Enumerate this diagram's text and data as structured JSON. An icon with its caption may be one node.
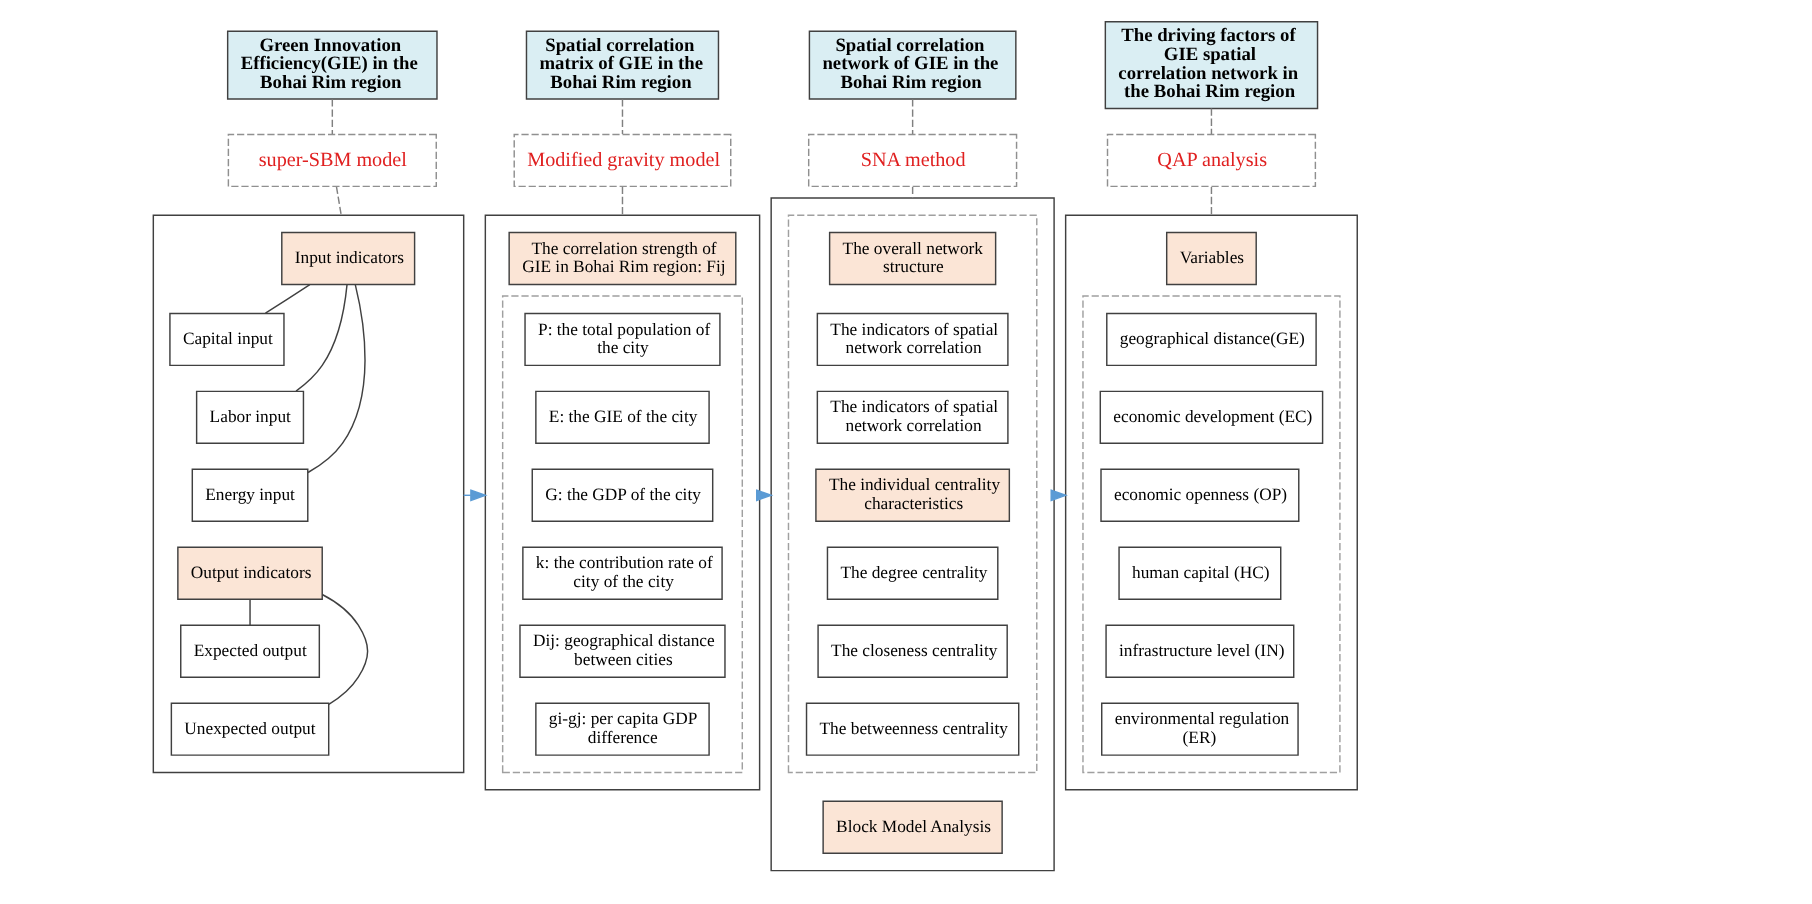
{
  "diagram": {
    "nodes": [
      {
        "text": [
          "Green Innovation Efficiency(GIE) in the Bohai Rim region"
        ]
      },
      {
        "text": [
          "super-SBM model"
        ]
      },
      {
        "text": [],
        "shape": "box"
      },
      {
        "text": [
          "Input indicators"
        ],
        "in": 2
      },
      {
        "text": [
          "Capital input"
        ],
        "in": 2
      },
      {
        "text": [
          "Labor input"
        ],
        "in": 2
      },
      {
        "text": [
          "Energy input"
        ],
        "in": 2
      },
      {
        "text": [
          "Output indicators"
        ],
        "in": 2
      },
      {
        "text": [
          "Expected output"
        ],
        "in": 2
      },
      {
        "text": [
          "Unexpected output"
        ],
        "in": 2
      },
      {
        "text": [
          "Spatial correlation matrix of GIE in the Bohai Rim region"
        ]
      },
      {
        "text": [
          "Modified gravity model"
        ]
      },
      {
        "text": [],
        "shape": "box"
      },
      {
        "text": [
          "The correlation strength of GIE in Bohai Rim region: Fij"
        ],
        "in": 12
      },
      {
        "text": [],
        "shape": "box",
        "in": 12
      },
      {
        "text": [
          "P: the total population of the city"
        ],
        "in": 14
      },
      {
        "text": [
          "E: the GIE of the city"
        ],
        "in": 14
      },
      {
        "text": [
          "G: the GDP of the city"
        ],
        "in": 14
      },
      {
        "text": [
          "k: the contribution rate of city of the city"
        ],
        "in": 14
      },
      {
        "text": [
          "Dij: geographical distance between cities"
        ],
        "in": 14
      },
      {
        "text": [
          "gi-gj: per capita GDP difference"
        ],
        "in": 14
      },
      {
        "text": [
          "Spatial correlation network of GIE in the Bohai Rim region"
        ]
      },
      {
        "text": [
          "SNA method"
        ]
      },
      {
        "text": [],
        "shape": "box"
      },
      {
        "text": [],
        "shape": "box",
        "in": 23
      },
      {
        "text": [
          "The overall network structure"
        ],
        "in": 24
      },
      {
        "text": [
          "The indicators of spatial network correlation"
        ],
        "in": 24
      },
      {
        "text": [
          "The indicators of spatial network correlation"
        ],
        "in": 24
      },
      {
        "text": [
          "The individual centrality characteristics"
        ],
        "in": 24
      },
      {
        "text": [
          "The degree centrality"
        ],
        "in": 24
      },
      {
        "text": [
          "The closeness centrality"
        ],
        "in": 24
      },
      {
        "text": [
          "The betweenness centrality"
        ],
        "in": 24
      },
      {
        "text": [
          "Block Model Analysis"
        ],
        "in": 23
      },
      {
        "text": [
          "The driving factors of GIE spatial correlation network in the Bohai Rim region"
        ]
      },
      {
        "text": [
          "QAP analysis"
        ]
      },
      {
        "text": [],
        "shape": "box"
      },
      {
        "text": [
          "Variables"
        ],
        "in": 35
      },
      {
        "text": [],
        "shape": "box",
        "in": 35
      },
      {
        "text": [
          "geographical distance(GE)"
        ],
        "in": 37
      },
      {
        "text": [
          "economic development (EC)"
        ],
        "in": 37
      },
      {
        "text": [
          "economic openness (OP)"
        ],
        "in": 37
      },
      {
        "text": [
          "human capital (HC)"
        ],
        "in": 37
      },
      {
        "text": [
          "infrastructure level (IN)"
        ],
        "in": 37
      },
      {
        "text": [
          "environmental regulation (ER)"
        ],
        "in": 37
      }
    ],
    "edges": [
      {
        "from": 0,
        "to": 1,
        "arrow": "none",
        "style": "dashed",
        "color": "#808080"
      },
      {
        "from": 1,
        "to": 2,
        "arrow": "none",
        "style": "dashed",
        "color": "#808080"
      },
      {
        "from": 3,
        "to": 4,
        "arrow": "none"
      },
      {
        "from": 3,
        "to": 5,
        "arrow": "none"
      },
      {
        "from": 3,
        "to": 6,
        "arrow": "none"
      },
      {
        "from": 7,
        "to": 8,
        "arrow": "none"
      },
      {
        "from": 7,
        "to": 9,
        "arrow": "none"
      },
      {
        "from": 2,
        "to": 12,
        "arrow": "to",
        "color": "#5b9bd5"
      },
      {
        "from": 10,
        "to": 11,
        "arrow": "none",
        "style": "dashed",
        "color": "#808080"
      },
      {
        "from": 11,
        "to": 12,
        "arrow": "none",
        "style": "dashed",
        "color": "#808080"
      },
      {
        "from": 12,
        "to": 23,
        "arrow": "to",
        "color": "#5b9bd5"
      },
      {
        "from": 21,
        "to": 22,
        "arrow": "none",
        "style": "dashed",
        "color": "#808080"
      },
      {
        "from": 22,
        "to": 23,
        "arrow": "none",
        "style": "dashed",
        "color": "#808080"
      },
      {
        "from": 23,
        "to": 35,
        "arrow": "to",
        "color": "#5b9bd5"
      },
      {
        "from": 33,
        "to": 34,
        "arrow": "none",
        "style": "dashed",
        "color": "#808080"
      },
      {
        "from": 34,
        "to": 35,
        "arrow": "none",
        "style": "dashed",
        "color": "#808080"
      }
    ]
  }
}
